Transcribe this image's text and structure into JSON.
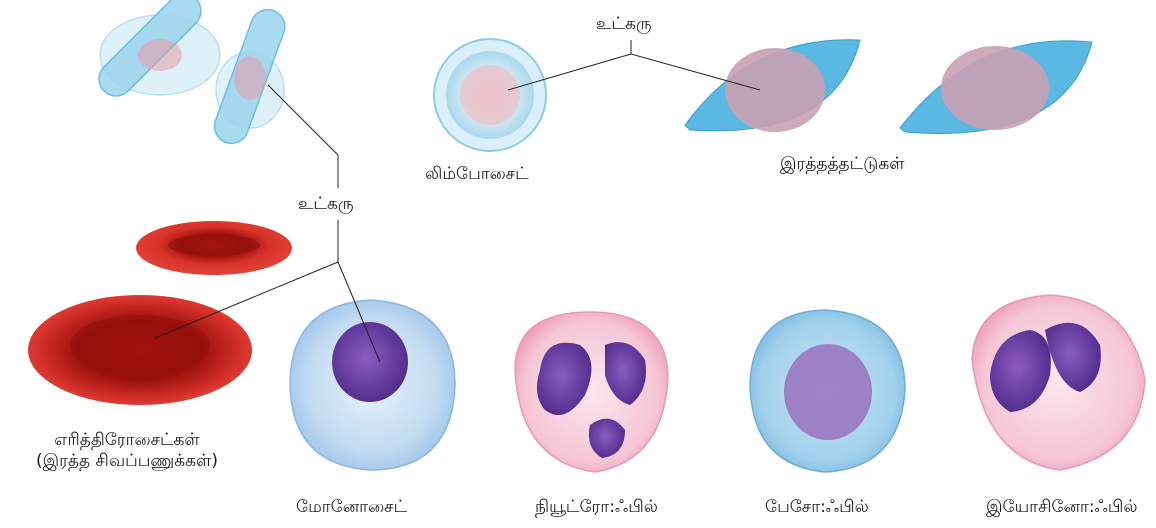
{
  "labels": {
    "nucleus_top": "உட்கரு",
    "nucleus_left": "உட்கரு",
    "lymphocyte": "லிம்போசைட்",
    "platelets": "இரத்தத்தட்டுகள்",
    "erythrocytes_line1": "எரித்திரோசைட்கள்",
    "erythrocytes_line2": "(இரத்த  சிவப்பணுக்கள்)",
    "monocyte": "மோனோசைட்",
    "neutrophil": "நியூட்ரோ:ஃபில்",
    "basophil": "பேசோ:ஃபில்",
    "eosinophil": "இயோசினோ:ஃபில்"
  },
  "colors": {
    "rbc": "#d42a22",
    "rbc_dark": "#9e1410",
    "platelet_blue": "#6fc4e6",
    "nucleus_red": "#e0606a",
    "wbc_blue": "#cfe2f3",
    "wbc_pink": "#f4c4d4",
    "nucleus_purple": "#6a3ea1"
  }
}
